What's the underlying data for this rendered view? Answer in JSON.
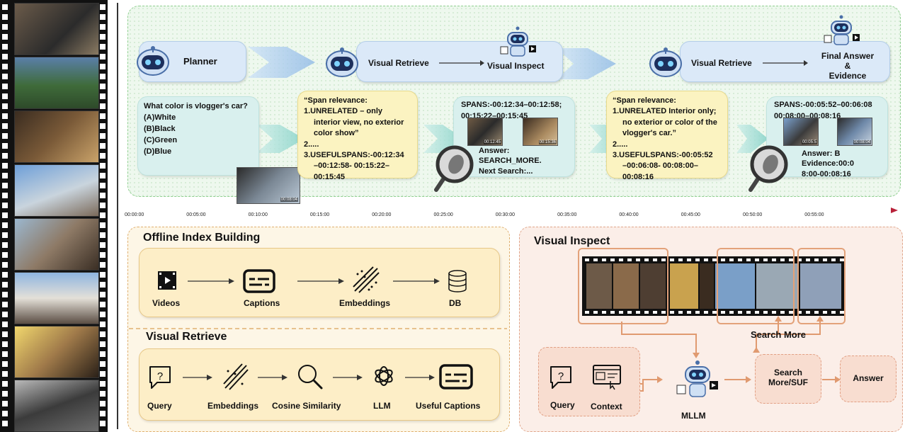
{
  "film_strip": {
    "frames": 8
  },
  "agent_flow": {
    "planner_label": "Planner",
    "stage1": {
      "retrieve": "Visual Retrieve",
      "inspect": "Visual Inspect"
    },
    "stage2": {
      "retrieve": "Visual Retrieve",
      "final_line1": "Final Answer",
      "final_line2": "&",
      "final_line3": "Evidence"
    },
    "question": [
      "What color is vlogger's car?",
      "(A)White",
      "(B)Black",
      "(C)Green",
      "(D)Blue"
    ],
    "question_thumb_ts": "00:08:04",
    "relevance1": [
      "“Span relevance:",
      "1.UNRELATED – only",
      "interior view, no exterior",
      "color show”",
      "2.....",
      "3.USEFULSPANS:-00:12:34",
      "–00:12:58- 00:15:22–",
      "00:15:45"
    ],
    "spans1": {
      "header_line1": "SPANS:-00:12:34–00:12:58;",
      "header_line2": "00:15:22–00:15:45",
      "thumb1_ts": "00:12:45",
      "thumb2_ts": "00:15:36",
      "answer_lines": [
        "Answer:",
        "SEARCH_MORE.",
        "Next Search:..."
      ]
    },
    "relevance2": [
      "“Span relevance:",
      "1.UNRELATED Interior only;",
      "no exterior or color of the",
      "vlogger's car.”",
      "2.....",
      "3.USEFULSPANS:-00:05:52",
      "–00:06:08- 00:08:00–",
      "00:08:16"
    ],
    "spans2": {
      "header_line1": "SPANS:-00:05:52–00:06:08",
      "header_line2": "00:08:00–00:08:16",
      "thumb1_ts": "00:05:5",
      "thumb2_ts": "00:08:04",
      "answer_lines": [
        "Answer: B",
        "Evidence:00:0",
        "8:00-00:08:16"
      ]
    }
  },
  "timeline": {
    "ticks": [
      "00:00:00",
      "00:05:00",
      "00:10:00",
      "00:15:00",
      "00:20:00",
      "00:25:00",
      "00:30:00",
      "00:35:00",
      "00:40:00",
      "00:45:00",
      "00:50:00",
      "00:55:00"
    ]
  },
  "offline_index": {
    "title": "Offline Index Building",
    "nodes": [
      "Videos",
      "Captions",
      "Embeddings",
      "DB"
    ]
  },
  "visual_retrieve": {
    "title": "Visual Retrieve",
    "nodes": [
      "Query",
      "Embeddings",
      "Cosine Similarity",
      "LLM",
      "Useful Captions"
    ]
  },
  "visual_inspect": {
    "title": "Visual Inspect",
    "search_more": "Search More",
    "query": "Query",
    "context": "Context",
    "mllm": "MLLM",
    "search_box_line1": "Search",
    "search_box_line2": "More/SUF",
    "answer": "Answer"
  },
  "colors": {
    "green_panel": "#eef8ee",
    "blue_box": "#dbe9f8",
    "teal_box": "#d9f0ee",
    "yellow_box": "#fbf3c1",
    "timeline_arrow": "#b8223a",
    "offline_panel": "#fdf6e6",
    "inspect_panel": "#fbeee8"
  }
}
